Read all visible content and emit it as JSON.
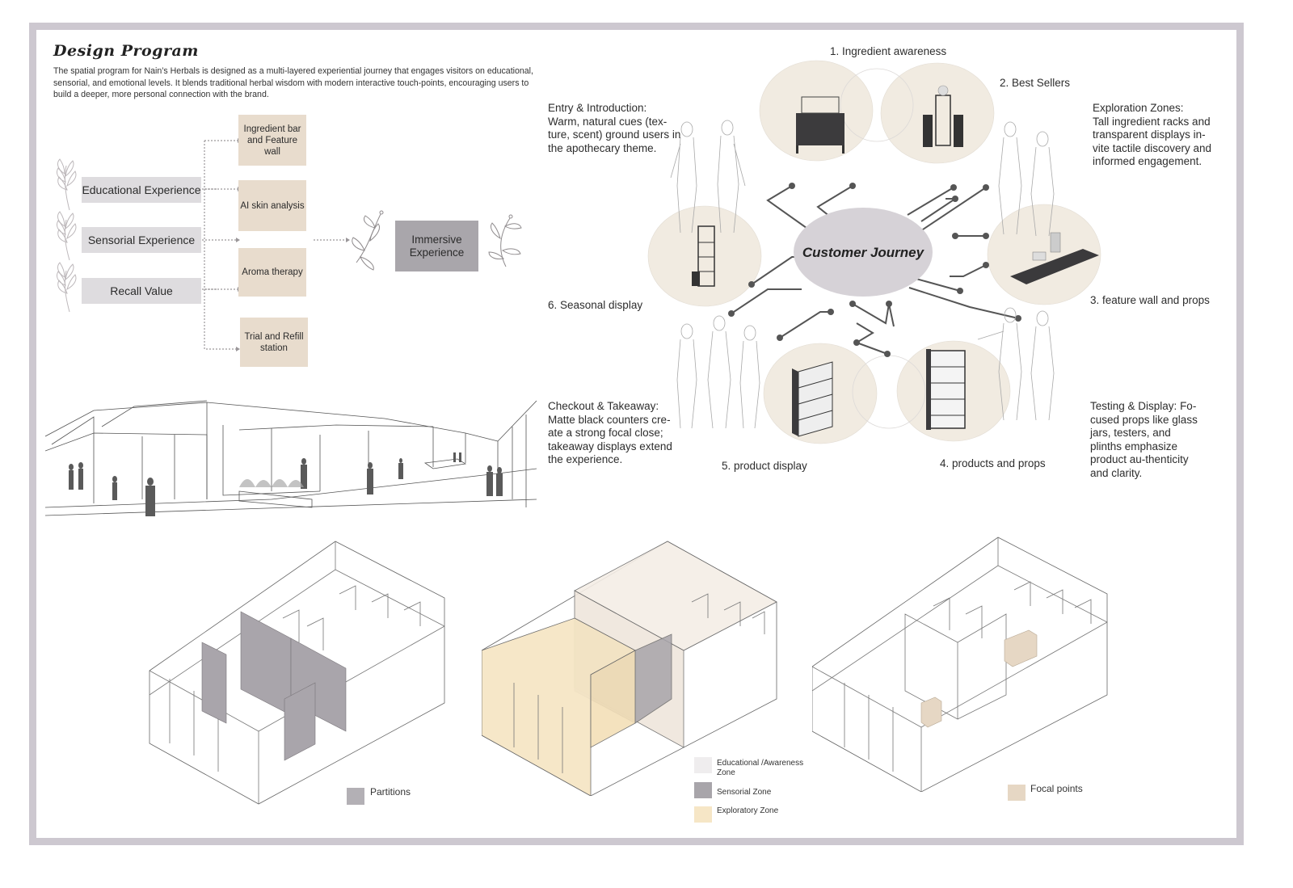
{
  "design_program": {
    "title": "Design Program",
    "intro": "The spatial program for Nain’s Herbals is designed as a multi-layered experiential journey that engages visitors on educational, sensorial, and emotional levels. It blends traditional herbal wisdom with modern interactive touch-points, encouraging users to build a deeper, more personal connection with the brand."
  },
  "experiences": [
    {
      "label": "Educational Experience"
    },
    {
      "label": "Sensorial Experience"
    },
    {
      "label": "Recall  Value"
    }
  ],
  "features": [
    {
      "label": "Ingredient bar and Feature wall"
    },
    {
      "label": "AI skin analysis"
    },
    {
      "label": "Aroma therapy"
    },
    {
      "label": "Trial and Refill station"
    }
  ],
  "outcome": {
    "label": "Immersive Experience"
  },
  "customer_journey": {
    "center_label": "Customer Journey",
    "stations": [
      {
        "label": "1. Ingredient awareness"
      },
      {
        "label": "2. Best Sellers"
      },
      {
        "label": "3. feature wall and props"
      },
      {
        "label": "4. products and props"
      },
      {
        "label": "5. product display"
      },
      {
        "label": "6. Seasonal display"
      }
    ],
    "notes": [
      {
        "title": "Entry & Introduction:",
        "body": "Warm, natural cues (tex-ture, scent) ground users in the apothecary theme."
      },
      {
        "title": "Exploration Zones:",
        "body": "Tall ingredient racks and transparent displays in-vite tactile discovery and informed engagement."
      },
      {
        "title": "Checkout & Takeaway:",
        "body": "Matte black counters cre-ate a strong focal close; takeaway displays extend the experience."
      },
      {
        "title": "Testing & Display:",
        "body": "Fo-cused props like glass jars, testers, and plinths emphasize product au-thenticity and clarity."
      }
    ]
  },
  "plans": {
    "partitions": {
      "legend": "Partitions",
      "color": "#b3b0b5"
    },
    "zones": [
      {
        "legend": "Educational /Awareness Zone",
        "color": "#efedee"
      },
      {
        "legend": "Sensorial Zone",
        "color": "#a8a5aa"
      },
      {
        "legend": "Exploratory Zone",
        "color": "#f6e6c6"
      }
    ],
    "focal": {
      "legend": "Focal points",
      "color": "#e6d7c4"
    }
  },
  "colors": {
    "frame": "#cdc8d0",
    "feature_box": "#e8dccd",
    "experience_box": "#dedcdf",
    "immersive_box": "#a9a6ab",
    "journey_circle": "#f1ebe1",
    "journey_center": "#d6d2d7"
  },
  "icons": [
    "leaf-sprig-icon",
    "herb-branch-icon",
    "people-sketch-icon"
  ]
}
